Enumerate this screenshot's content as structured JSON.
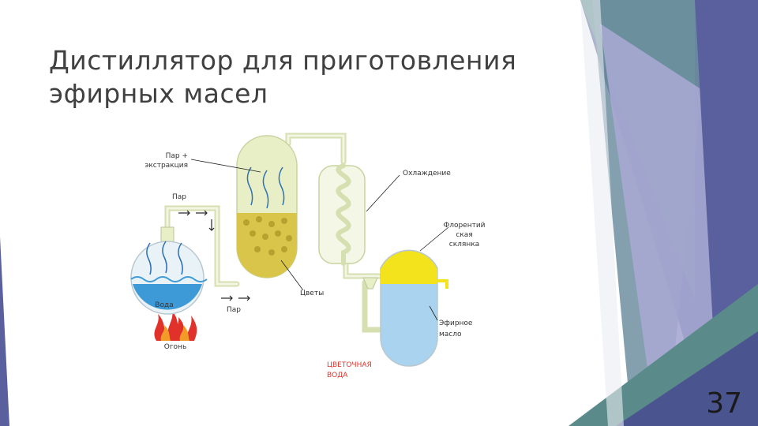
{
  "slide": {
    "title_line1": "Дистиллятор для приготовления",
    "title_line2": "эфирных масел",
    "page_number": "37"
  },
  "diagram": {
    "labels": {
      "steam_extract": [
        "Пар +",
        "экстракция"
      ],
      "steam_top": "Пар",
      "water": "Вода",
      "fire": "Огонь",
      "steam_bottom": "Пар",
      "flowers": "Цветы",
      "cooling": "Охлаждение",
      "florentine": [
        "Флорентий",
        "ская",
        "склянка"
      ],
      "essential_oil": [
        "Эфирное",
        "масло"
      ],
      "floral_water": [
        "ЦВЕТОЧНАЯ",
        "ВОДА"
      ]
    }
  },
  "colors": {
    "title": "#404040",
    "teal": "#5b8a8a",
    "navy": "#4a5590",
    "lavender": "#a7a9d2",
    "water_blue": "#3d9ad6",
    "glass_cream": "#e8efc6",
    "flower_yellow": "#d9c54a",
    "oil_yellow": "#f2e31c",
    "fire_red": "#e0322a",
    "label_red": "#e0322a"
  }
}
